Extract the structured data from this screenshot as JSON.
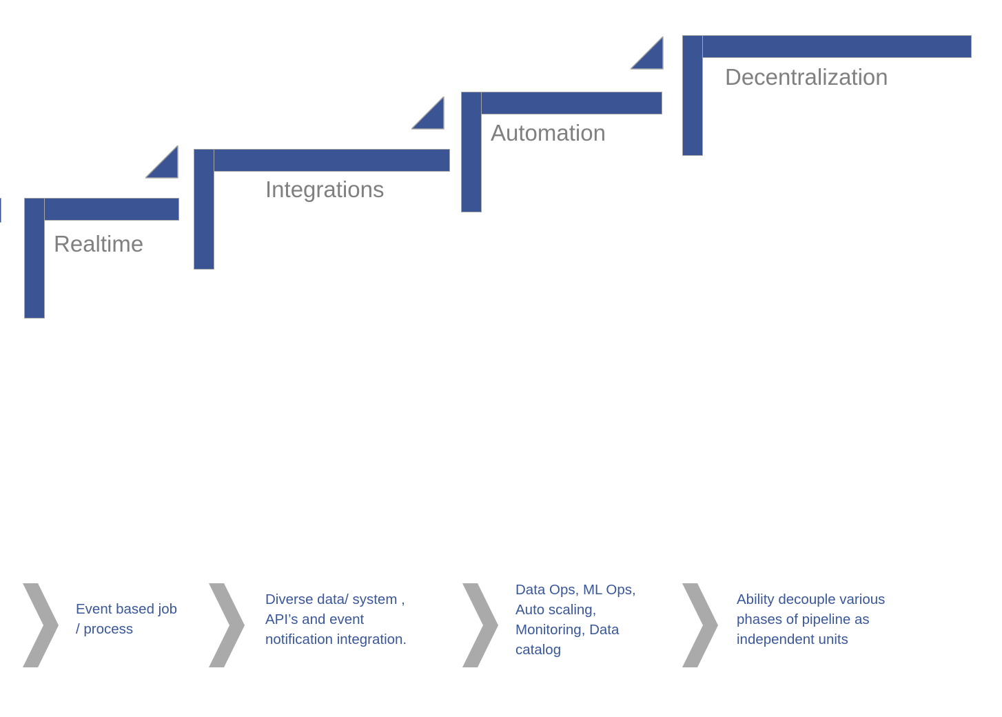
{
  "diagram": {
    "title_visible": false,
    "colors": {
      "step_blue": "#3A5494",
      "step_outline": "#A6A6A6",
      "step_label_gray": "#808080",
      "chevron_gray": "#AAAAAA",
      "caption_blue": "#3A5799",
      "background": "#FFFFFF"
    },
    "steps": [
      {
        "id": "realtime",
        "label": "Realtime"
      },
      {
        "id": "integrations",
        "label": "Integrations"
      },
      {
        "id": "automation",
        "label": "Automation"
      },
      {
        "id": "decentralization",
        "label": "Decentralization"
      }
    ],
    "captions": [
      {
        "id": "caption-1",
        "text": "Event based job\n/ process"
      },
      {
        "id": "caption-2",
        "text": "Diverse data/ system ,\nAPI’s and event\nnotification integration."
      },
      {
        "id": "caption-3",
        "text": "Data Ops, ML Ops,\nAuto scaling,\nMonitoring, Data\ncatalog"
      },
      {
        "id": "caption-4",
        "text": "Ability decouple various\nphases of pipeline as\nindependent units"
      }
    ],
    "icons": {
      "chevron": "chevron-right-icon",
      "riser_arrow": "corner-triangle-icon"
    }
  }
}
